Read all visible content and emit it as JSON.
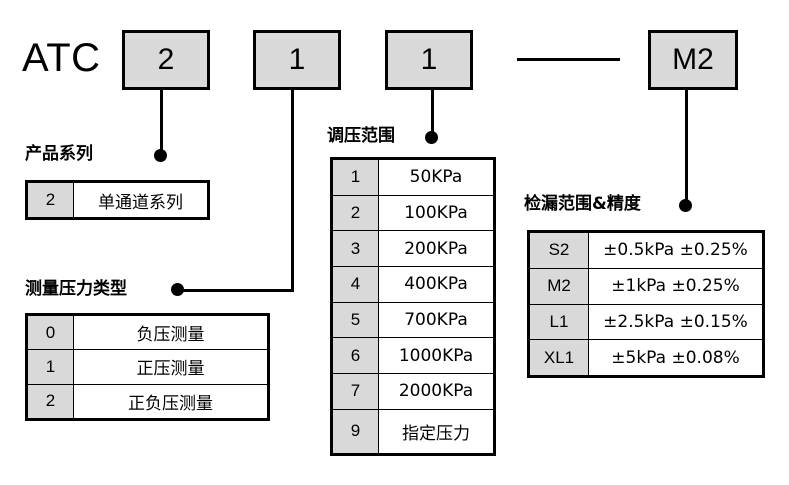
{
  "diagram": {
    "title_prefix": "ATC",
    "model_code_row": [
      {
        "name": "series-code",
        "value": "2"
      },
      {
        "name": "pressure-type-code",
        "value": "1"
      },
      {
        "name": "pressure-range-code",
        "value": "1"
      },
      {
        "name": "separator",
        "value": "—"
      },
      {
        "name": "leak-range-code",
        "value": "M2"
      }
    ],
    "groups": {
      "product_series": {
        "caption": "产品系列",
        "columns": [
          "code",
          "description"
        ],
        "rows": [
          {
            "code": "2",
            "description": "单通道系列"
          }
        ]
      },
      "pressure_type": {
        "caption": "测量压力类型",
        "columns": [
          "code",
          "description"
        ],
        "rows": [
          {
            "code": "0",
            "description": "负压测量"
          },
          {
            "code": "1",
            "description": "正压测量"
          },
          {
            "code": "2",
            "description": "正负压测量"
          }
        ]
      },
      "pressure_range": {
        "caption": "调压范围",
        "columns": [
          "code",
          "description"
        ],
        "rows": [
          {
            "code": "1",
            "description": "50KPa"
          },
          {
            "code": "2",
            "description": "100KPa"
          },
          {
            "code": "3",
            "description": "200KPa"
          },
          {
            "code": "4",
            "description": "400KPa"
          },
          {
            "code": "5",
            "description": "700KPa"
          },
          {
            "code": "6",
            "description": "1000KPa"
          },
          {
            "code": "7",
            "description": "2000KPa"
          },
          {
            "code": "9",
            "description": "指定压力"
          }
        ]
      },
      "leak_range_accuracy": {
        "caption": "检漏范围&精度",
        "columns": [
          "code",
          "description"
        ],
        "rows": [
          {
            "code": "S2",
            "description": "±0.5kPa ±0.25%"
          },
          {
            "code": "M2",
            "description": "±1kPa ±0.25%"
          },
          {
            "code": "L1",
            "description": "±2.5kPa ±0.15%"
          },
          {
            "code": "XL1",
            "description": "±5kPa ±0.08%"
          }
        ]
      }
    },
    "colors": {
      "fill_gray": "#d9d9d9",
      "line": "#000000",
      "background": "#ffffff"
    }
  }
}
